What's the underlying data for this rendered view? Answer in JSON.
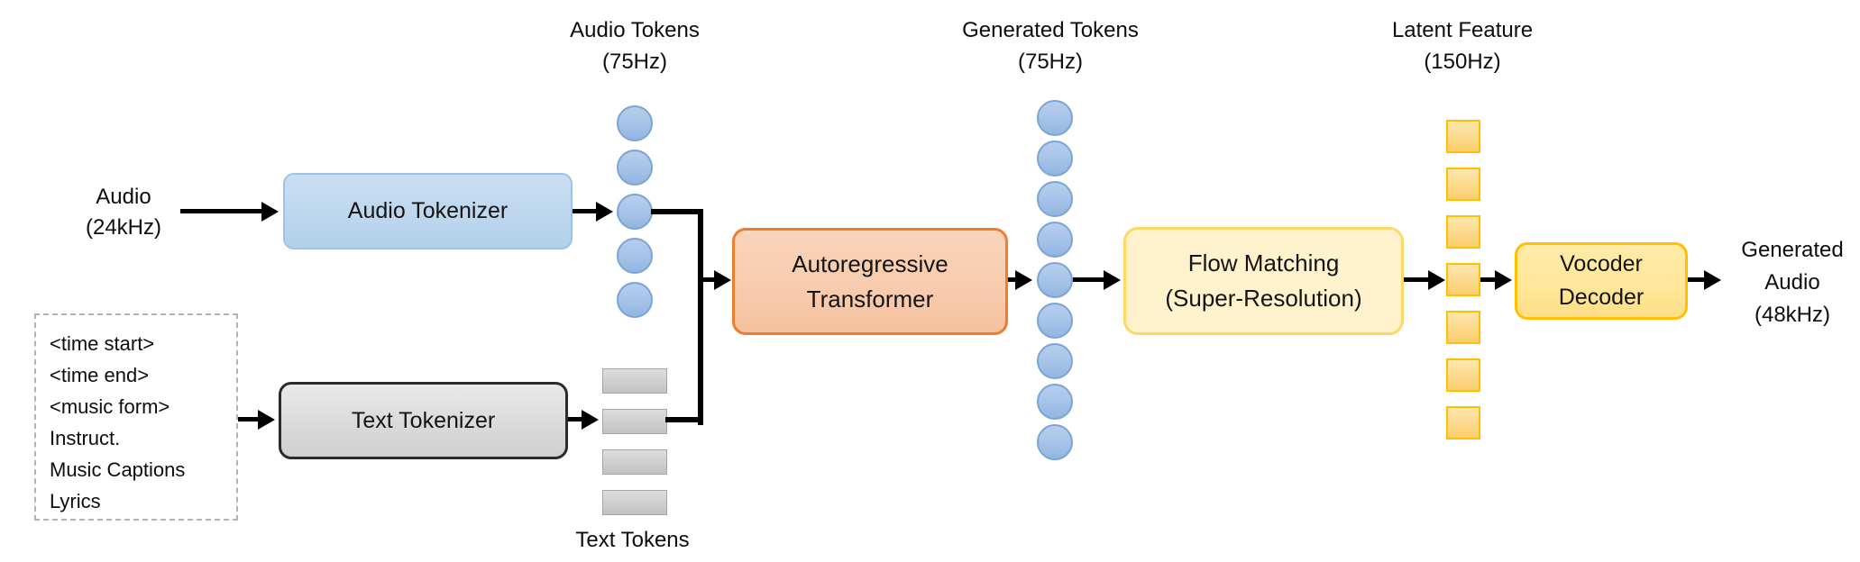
{
  "diagram": {
    "title_note": "audio generation pipeline diagram",
    "labels": {
      "audio_input": "Audio\n(24kHz)",
      "audio_tokens": "Audio Tokens\n(75Hz)",
      "generated_tokens": "Generated Tokens\n(75Hz)",
      "latent_feature": "Latent Feature\n(150Hz)",
      "text_tokens": "Text Tokens",
      "generated_audio": "Generated\nAudio\n(48kHz)"
    },
    "boxes": {
      "audio_tokenizer": "Audio Tokenizer",
      "text_tokenizer": "Text Tokenizer",
      "autoregressive_transformer": "Autoregressive\nTransformer",
      "flow_matching": "Flow Matching\n(Super-Resolution)",
      "vocoder_decoder": "Vocoder\nDecoder"
    },
    "text_prompt_lines": [
      "<time start>",
      "<time end>",
      "<music form>",
      "Instruct.",
      "Music Captions",
      "Lyrics"
    ],
    "token_columns": {
      "audio_tokens_count": 5,
      "text_tokens_count": 4,
      "generated_tokens_count": 9,
      "latent_features_count": 7
    },
    "colors": {
      "audio_tokenizer_fill": "#BDD7EE",
      "audio_tokenizer_border": "#9DC3E6",
      "text_tokenizer_fill": "#D9D9D9",
      "text_tokenizer_border": "#2B2B2B",
      "transformer_fill": "#F8CBAD",
      "transformer_border": "#ED7D31",
      "flow_matching_fill": "#FFF2CC",
      "flow_matching_border": "#FFD966",
      "vocoder_fill": "#FFE699",
      "vocoder_border": "#FFC000",
      "token_circle_fill": "#A5C3E8",
      "token_circle_border": "#7BA4D7",
      "text_token_fill": "#CDCDCD",
      "text_token_border": "#A6A6A6",
      "latent_square_fill": "#FCD98B",
      "latent_square_border": "#FFC000",
      "connector": "#000000"
    }
  }
}
